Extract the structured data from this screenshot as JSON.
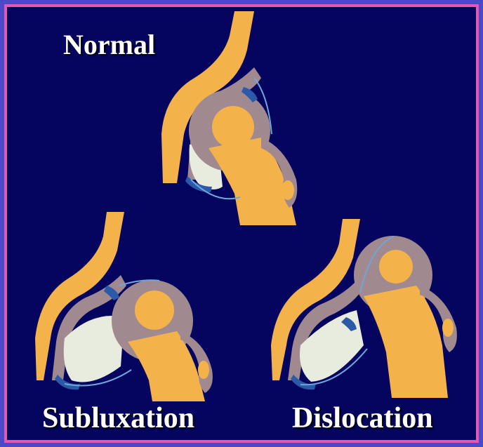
{
  "labels": {
    "normal": "Normal",
    "subluxation": "Subluxation",
    "dislocation": "Dislocation"
  },
  "colors": {
    "background": "#05055f",
    "frame_outer": "#4a4ac8",
    "frame_inner": "#e05ab4",
    "bone": "#f3b24a",
    "cartilage": "#a08a90",
    "capsule": "#e8ecde",
    "ligament": "#2a5aa8"
  }
}
